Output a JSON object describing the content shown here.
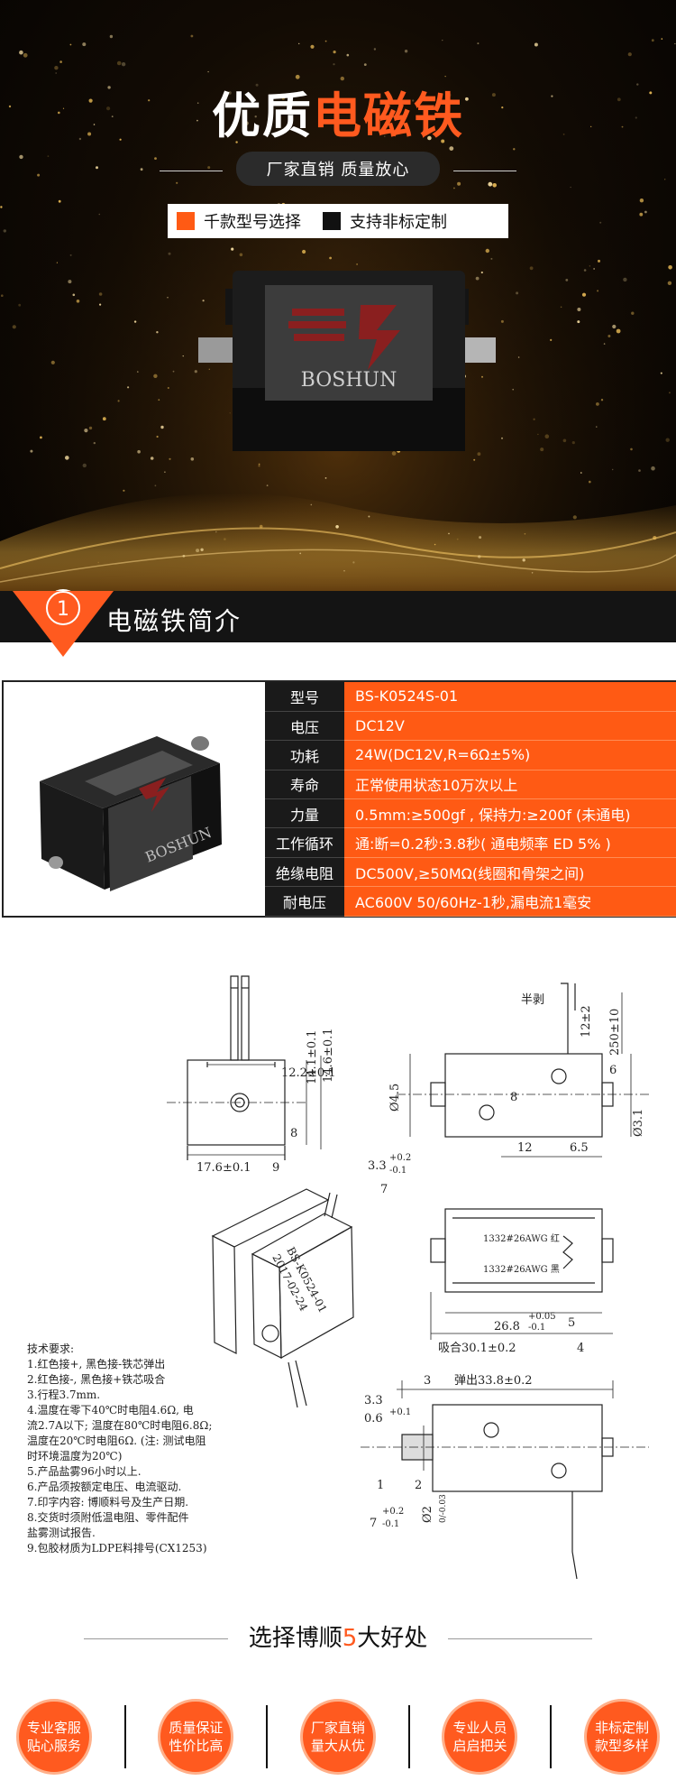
{
  "hero": {
    "title_white": "优质",
    "title_orange": "电磁铁",
    "subtitle": "厂家直销 质量放心",
    "tags": [
      {
        "label": "千款型号选择",
        "color": "#ff5a14"
      },
      {
        "label": "支持非标定制",
        "color": "#111111"
      }
    ],
    "brand": "BOSHUN"
  },
  "intro": {
    "number": "1",
    "title": "电磁铁简介"
  },
  "spec": {
    "rows": [
      {
        "key": "型号",
        "value": "BS-K0524S-01"
      },
      {
        "key": "电压",
        "value": "DC12V"
      },
      {
        "key": "功耗",
        "value": "24W(DC12V,R=6Ω±5%)"
      },
      {
        "key": "寿命",
        "value": "正常使用状态10万次以上"
      },
      {
        "key": "力量",
        "value": "0.5mm:≥500gf , 保持力:≥200f (未通电)"
      },
      {
        "key": "工作循环",
        "value": "通:断=0.2秒:3.8秒( 通电频率 ED 5% )"
      },
      {
        "key": "绝缘电阻",
        "value": "DC500V,≥50MΩ(线圈和骨架之间)"
      },
      {
        "key": "耐电压",
        "value": "AC600V 50/60Hz-1秒,漏电流1毫安"
      }
    ]
  },
  "drawing": {
    "dims": {
      "w12": "12.2±0.1",
      "h14": "14.1±0.1",
      "h146": "14.6±0.1",
      "w176": "17.6±0.1",
      "n9": "9",
      "n8": "8",
      "phi45": "Ø4.5",
      "half": "半剥",
      "d12": "12±2",
      "d250": "250±10",
      "n6": "6",
      "d33a": "3.3",
      "tolp02": "+0.2",
      "tolm01": "-0.1",
      "n7": "7",
      "d8": "8",
      "d12b": "12",
      "d65": "6.5",
      "phi31": "Ø3.1",
      "wire_red": "1332#26AWG 红",
      "wire_black": "1332#26AWG 黑",
      "d268": "26.8",
      "tolp005": "+0.05",
      "tolm01b": "-0.1",
      "n5": "5",
      "d301": "吸合30.1±0.2",
      "n4": "4",
      "n3": "3",
      "d338": "弹出33.8±0.2",
      "d33b": "3.3",
      "d06": "0.6",
      "tol01": "+0.1",
      "n1": "1",
      "n2": "2",
      "d7": "7",
      "tolp02b": "+0.2",
      "tolm01c": "-0.1",
      "phi2": "Ø2",
      "tolphi2": "0/-0.03",
      "iso_model": "BS-K0524-01",
      "iso_date": "2017-02-24"
    },
    "tech": [
      "技术要求:",
      "  1.红色接+, 黑色接-铁芯弹出",
      "  2.红色接-, 黑色接+铁芯吸合",
      "  3.行程3.7mm.",
      "  4.温度在零下40℃时电阻4.6Ω, 电",
      "流2.7A以下; 温度在80℃时电阻6.8Ω;",
      "温度在20℃时电阻6Ω. (注: 测试电阻",
      "时环境温度为20℃)",
      "  5.产品盐雾96小时以上.",
      "  6.产品须按额定电压、电流驱动.",
      "  7.印字内容: 博顺料号及生产日期.",
      "  8.交货时须附低温电阻、零件配件",
      "盐雾测试报告.",
      "  9.包胶材质为LDPE料排号(CX1253)"
    ]
  },
  "benefits": {
    "title_pre": "选择博顺",
    "title_num": "5",
    "title_post": "大好处",
    "items": [
      {
        "l1": "专业客服",
        "l2": "贴心服务"
      },
      {
        "l1": "质量保证",
        "l2": "性价比高"
      },
      {
        "l1": "厂家直销",
        "l2": "量大从优"
      },
      {
        "l1": "专业人员",
        "l2": "启启把关"
      },
      {
        "l1": "非标定制",
        "l2": "款型多样"
      }
    ]
  }
}
